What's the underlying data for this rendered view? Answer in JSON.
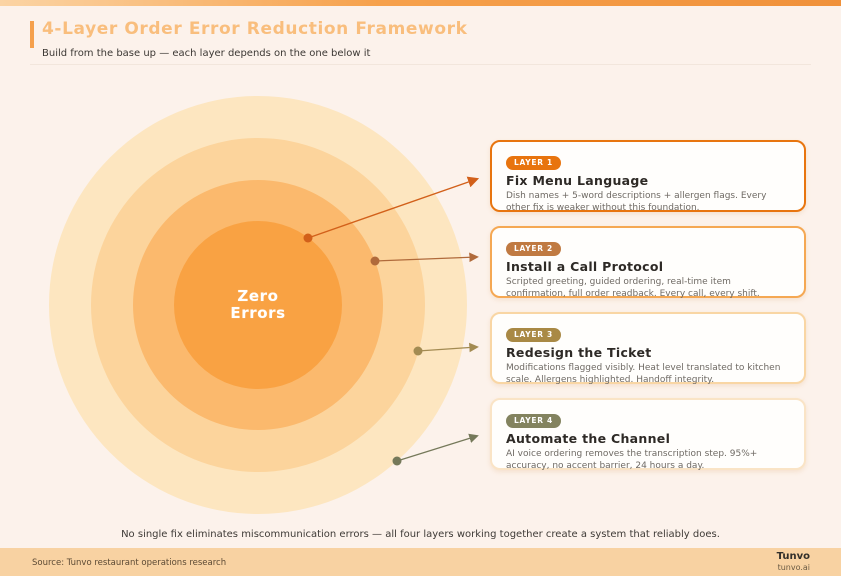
{
  "page": {
    "title": "4-Layer Order Error Reduction Framework",
    "subtitle": "Build from the base up — each layer depends on the one below it",
    "bottom_note": "No single fix eliminates miscommunication errors — all four layers working together create a system that reliably does."
  },
  "center": {
    "label_line1": "Zero",
    "label_line2": "Errors"
  },
  "rings": {
    "colors_outer_to_inner": [
      "#FDE6C0",
      "#FCD49C",
      "#FBB96D",
      "#F9A243"
    ]
  },
  "layers": [
    {
      "badge": "LAYER 1",
      "title": "Fix Menu Language",
      "description": "Dish names + 5-word descriptions + allergen flags. Every other fix is weaker without this foundation.",
      "badge_color": "#E8740E",
      "border_color": "#E8750F",
      "connector_color": "#D2601A"
    },
    {
      "badge": "LAYER 2",
      "title": "Install a Call Protocol",
      "description": "Scripted greeting, guided ordering, real-time item confirmation, full order readback. Every call, every shift.",
      "badge_color": "#C07A42",
      "border_color": "#F5A853",
      "connector_color": "#B06A3B"
    },
    {
      "badge": "LAYER 3",
      "title": "Redesign the Ticket",
      "description": "Modifications flagged visibly. Heat level translated to kitchen scale. Allergens highlighted. Handoff integrity.",
      "badge_color": "#A98945",
      "border_color": "#F9D6A4",
      "connector_color": "#A38B52"
    },
    {
      "badge": "LAYER 4",
      "title": "Automate the Channel",
      "description": "AI voice ordering removes the transcription step. 95%+ accuracy, no accent barrier, 24 hours a day.",
      "badge_color": "#83835F",
      "border_color": "#FAE4C6",
      "connector_color": "#75795A"
    }
  ],
  "footer": {
    "source": "Source: Tunvo restaurant operations research",
    "brand": "Tunvo",
    "brand_domain": "tunvo.ai"
  },
  "theme": {
    "background": "#FCF2EB",
    "topbar_gradient": [
      "#FBD4A4",
      "#F0913A"
    ],
    "header_accent": "#F5A04C",
    "title_color": "#F9BE7D",
    "footer_bar": "#F8D2A2",
    "card_background": "#FFFEFC"
  }
}
